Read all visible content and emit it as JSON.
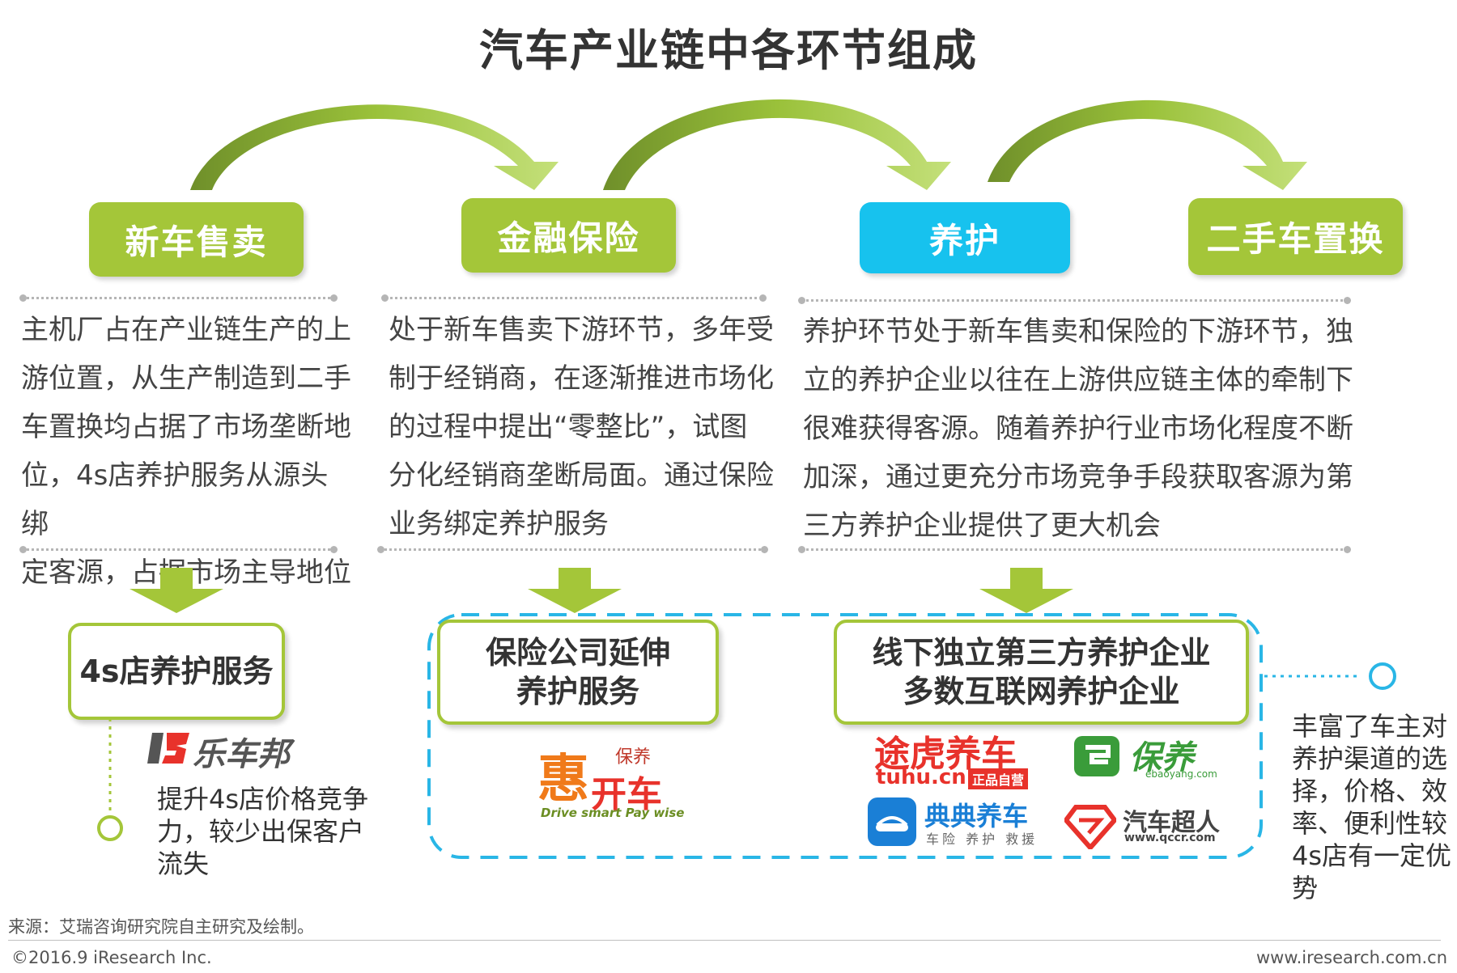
{
  "title": "汽车产业链中各环节组成",
  "stages": [
    {
      "label": "新车售卖",
      "color": "#a4c639"
    },
    {
      "label": "金融保险",
      "color": "#a4c639"
    },
    {
      "label": "养护",
      "color": "#17c2ee"
    },
    {
      "label": "二手车置换",
      "color": "#a4c639"
    }
  ],
  "descriptions": [
    [
      "主机厂占在产业链生产的上",
      "游位置，从生产制造到二手",
      "车置换均占据了市场垄断地",
      "位，4s店养护服务从源头绑",
      "定客源，占据市场主导地位"
    ],
    [
      "处于新车售卖下游环节，多年受",
      "制于经销商，在逐渐推进市场化",
      "的过程中提出“零整比”，试图",
      "分化经销商垄断局面。通过保险",
      "业务绑定养护服务"
    ],
    [
      "养护环节处于新车售卖和保险的下游环节，独",
      "立的养护企业以往在上游供应链主体的牵制下",
      "很难获得客源。随着养护行业市场化程度不断",
      "加深，通过更充分市场竞争手段获取客源为第",
      "三方养护企业提供了更大机会"
    ]
  ],
  "outcomes": [
    {
      "lines": [
        "4s店养护服务"
      ]
    },
    {
      "lines": [
        "保险公司延伸",
        "养护服务"
      ]
    },
    {
      "lines": [
        "线下独立第三方养护企业",
        "多数互联网养护企业"
      ]
    }
  ],
  "note_left": [
    "提升4s店价格竞争",
    "力，较少出保客户",
    "流失"
  ],
  "note_right": [
    "丰富了车主对",
    "养护渠道的选",
    "择，价格、效",
    "率、便利性较",
    "4s店有一定优",
    "势"
  ],
  "logos": {
    "lechebang": "乐车邦",
    "huikaiche_main": "开车",
    "huikaiche_hui": "惠",
    "huikaiche_sub": "保养",
    "huikaiche_slogan": "Drive smart Pay wise",
    "tuhu_cn": "途虎养车",
    "tuhu_en": "tuhu.cn",
    "tuhu_badge": "正品自营",
    "ebaoyang_cn": "保养",
    "ebaoyang_en": "ebaoyang.com",
    "diandian_cn": "典典养车",
    "diandian_sub": "车险 养护 救援",
    "qccr_cn": "汽车超人",
    "qccr_en": "www.qccr.com"
  },
  "source": "来源：艾瑞咨询研究院自主研究及绘制。",
  "copyright": "©2016.9 iResearch Inc.",
  "website": "www.iresearch.com.cn",
  "colors": {
    "green": "#a4c639",
    "cyan": "#17c2ee",
    "dashed": "#29b6e6"
  }
}
